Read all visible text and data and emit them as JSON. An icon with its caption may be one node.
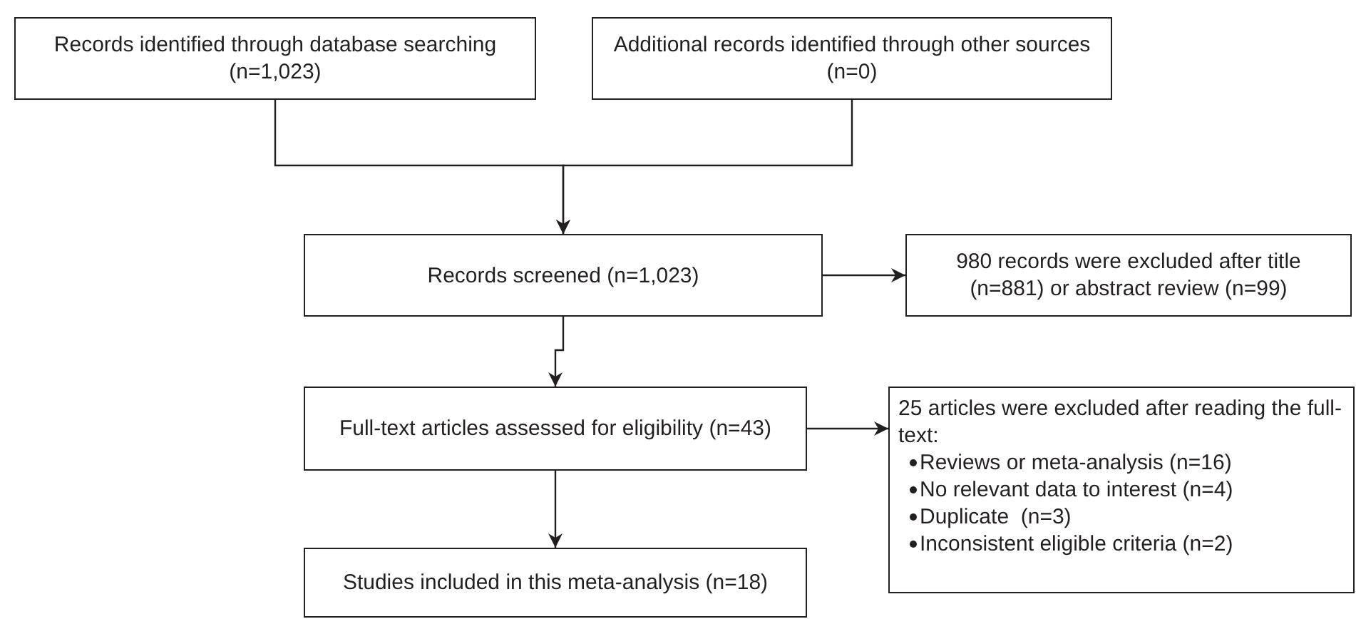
{
  "diagram": {
    "nodes": [
      {
        "text": [
          "Records identified through database searching (n=1,023)"
        ]
      },
      {
        "text": [
          "Additional records identified through other sources (n=0)"
        ]
      },
      {
        "text": [
          "Records screened (n=1,023)"
        ]
      },
      {
        "text": [
          "980 records were excluded after title (n=881) or abstract review (n=99)"
        ]
      },
      {
        "text": [
          "Full-text articles assessed for eligibility (n=43)"
        ]
      },
      {
        "text": [
          "25 articles were excluded after reading the full-text:",
          "Reviews or meta-analysis (n=16)",
          "No relevant data to interest (n=4)",
          "Duplicate  (n=3)",
          "Inconsistent eligible criteria (n=2)"
        ]
      },
      {
        "text": [
          "Studies included in this meta-analysis (n=18)"
        ]
      }
    ],
    "edges": [
      {
        "from": 0,
        "to": 2,
        "arrow": "to"
      },
      {
        "from": 1,
        "to": 2,
        "arrow": "to"
      },
      {
        "from": 2,
        "to": 3,
        "arrow": "to"
      },
      {
        "from": 2,
        "to": 4,
        "arrow": "to"
      },
      {
        "from": 4,
        "to": 5,
        "arrow": "to"
      },
      {
        "from": 4,
        "to": 6,
        "arrow": "to"
      }
    ]
  }
}
